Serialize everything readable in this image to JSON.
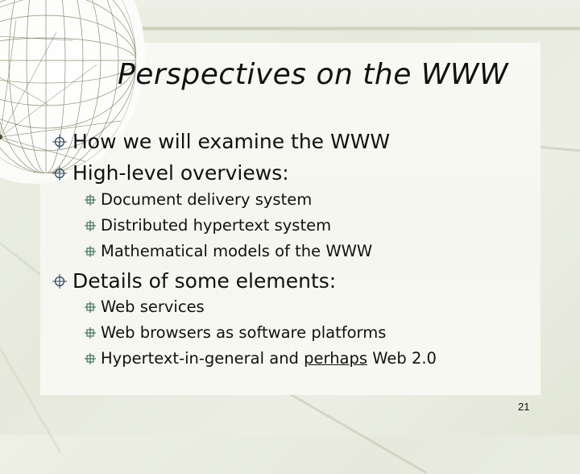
{
  "slide": {
    "title": "Perspectives on the WWW",
    "page_number": "21",
    "colors": {
      "background": "#e8ebdf",
      "panel": "#f7f8f2",
      "text": "#111111",
      "bullet_level1": "#2e4a5e",
      "bullet_level2": "#2e6a4a"
    },
    "bullets": [
      {
        "level": 1,
        "text": "How we will examine the WWW",
        "icon": "crosshair-bullet-icon"
      },
      {
        "level": 1,
        "text": "High-level overviews:",
        "icon": "crosshair-bullet-icon"
      },
      {
        "level": 2,
        "text": "Document delivery system",
        "icon": "square-cross-bullet-icon"
      },
      {
        "level": 2,
        "text": "Distributed hypertext system",
        "icon": "square-cross-bullet-icon"
      },
      {
        "level": 2,
        "text": "Mathematical models of the WWW",
        "icon": "square-cross-bullet-icon"
      },
      {
        "level": 1,
        "text": "Details of some elements:",
        "icon": "crosshair-bullet-icon"
      },
      {
        "level": 2,
        "text": "Web services",
        "icon": "square-cross-bullet-icon"
      },
      {
        "level": 2,
        "text": "Web browsers as software platforms",
        "icon": "square-cross-bullet-icon"
      },
      {
        "level": 2,
        "text_before": "Hypertext-in-general and ",
        "text_underlined": "perhaps",
        "text_after": " Web 2.0",
        "icon": "square-cross-bullet-icon"
      }
    ]
  }
}
